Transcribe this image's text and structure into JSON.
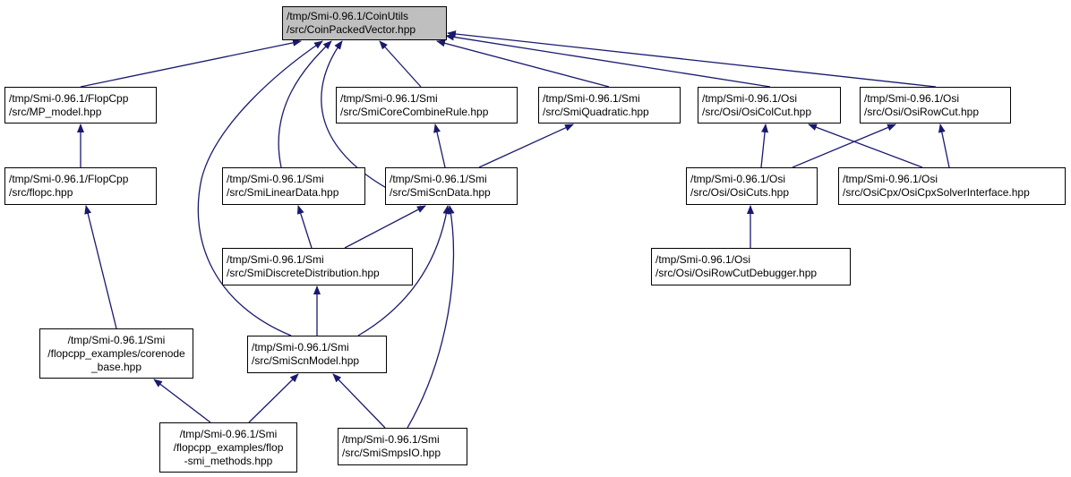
{
  "colors": {
    "edge": "#191970",
    "root_fill": "#bfbfbf",
    "node_fill": "#ffffff",
    "node_border": "#000000"
  },
  "nodes": {
    "root": [
      "/tmp/Smi-0.96.1/CoinUtils",
      "/src/CoinPackedVector.hpp"
    ],
    "mp_model": [
      "/tmp/Smi-0.96.1/FlopCpp",
      "/src/MP_model.hpp"
    ],
    "core_combine": [
      "/tmp/Smi-0.96.1/Smi",
      "/src/SmiCoreCombineRule.hpp"
    ],
    "quadratic": [
      "/tmp/Smi-0.96.1/Smi",
      "/src/SmiQuadratic.hpp"
    ],
    "col_cut": [
      "/tmp/Smi-0.96.1/Osi",
      "/src/Osi/OsiColCut.hpp"
    ],
    "row_cut": [
      "/tmp/Smi-0.96.1/Osi",
      "/src/Osi/OsiRowCut.hpp"
    ],
    "flopc": [
      "/tmp/Smi-0.96.1/FlopCpp",
      "/src/flopc.hpp"
    ],
    "linear_data": [
      "/tmp/Smi-0.96.1/Smi",
      "/src/SmiLinearData.hpp"
    ],
    "scn_data": [
      "/tmp/Smi-0.96.1/Smi",
      "/src/SmiScnData.hpp"
    ],
    "osi_cuts": [
      "/tmp/Smi-0.96.1/Osi",
      "/src/Osi/OsiCuts.hpp"
    ],
    "cpx_solver": [
      "/tmp/Smi-0.96.1/Osi",
      "/src/OsiCpx/OsiCpxSolverInterface.hpp"
    ],
    "discrete_dist": [
      "/tmp/Smi-0.96.1/Smi",
      "/src/SmiDiscreteDistribution.hpp"
    ],
    "row_cut_debugger": [
      "/tmp/Smi-0.96.1/Osi",
      "/src/Osi/OsiRowCutDebugger.hpp"
    ],
    "corenode_base": [
      "/tmp/Smi-0.96.1/Smi",
      "/flopcpp_examples/corenode",
      "_base.hpp"
    ],
    "scn_model": [
      "/tmp/Smi-0.96.1/Smi",
      "/src/SmiScnModel.hpp"
    ],
    "smi_methods": [
      "/tmp/Smi-0.96.1/Smi",
      "/flopcpp_examples/flop",
      "-smi_methods.hpp"
    ],
    "smps_io": [
      "/tmp/Smi-0.96.1/Smi",
      "/src/SmiSmpsIO.hpp"
    ]
  }
}
